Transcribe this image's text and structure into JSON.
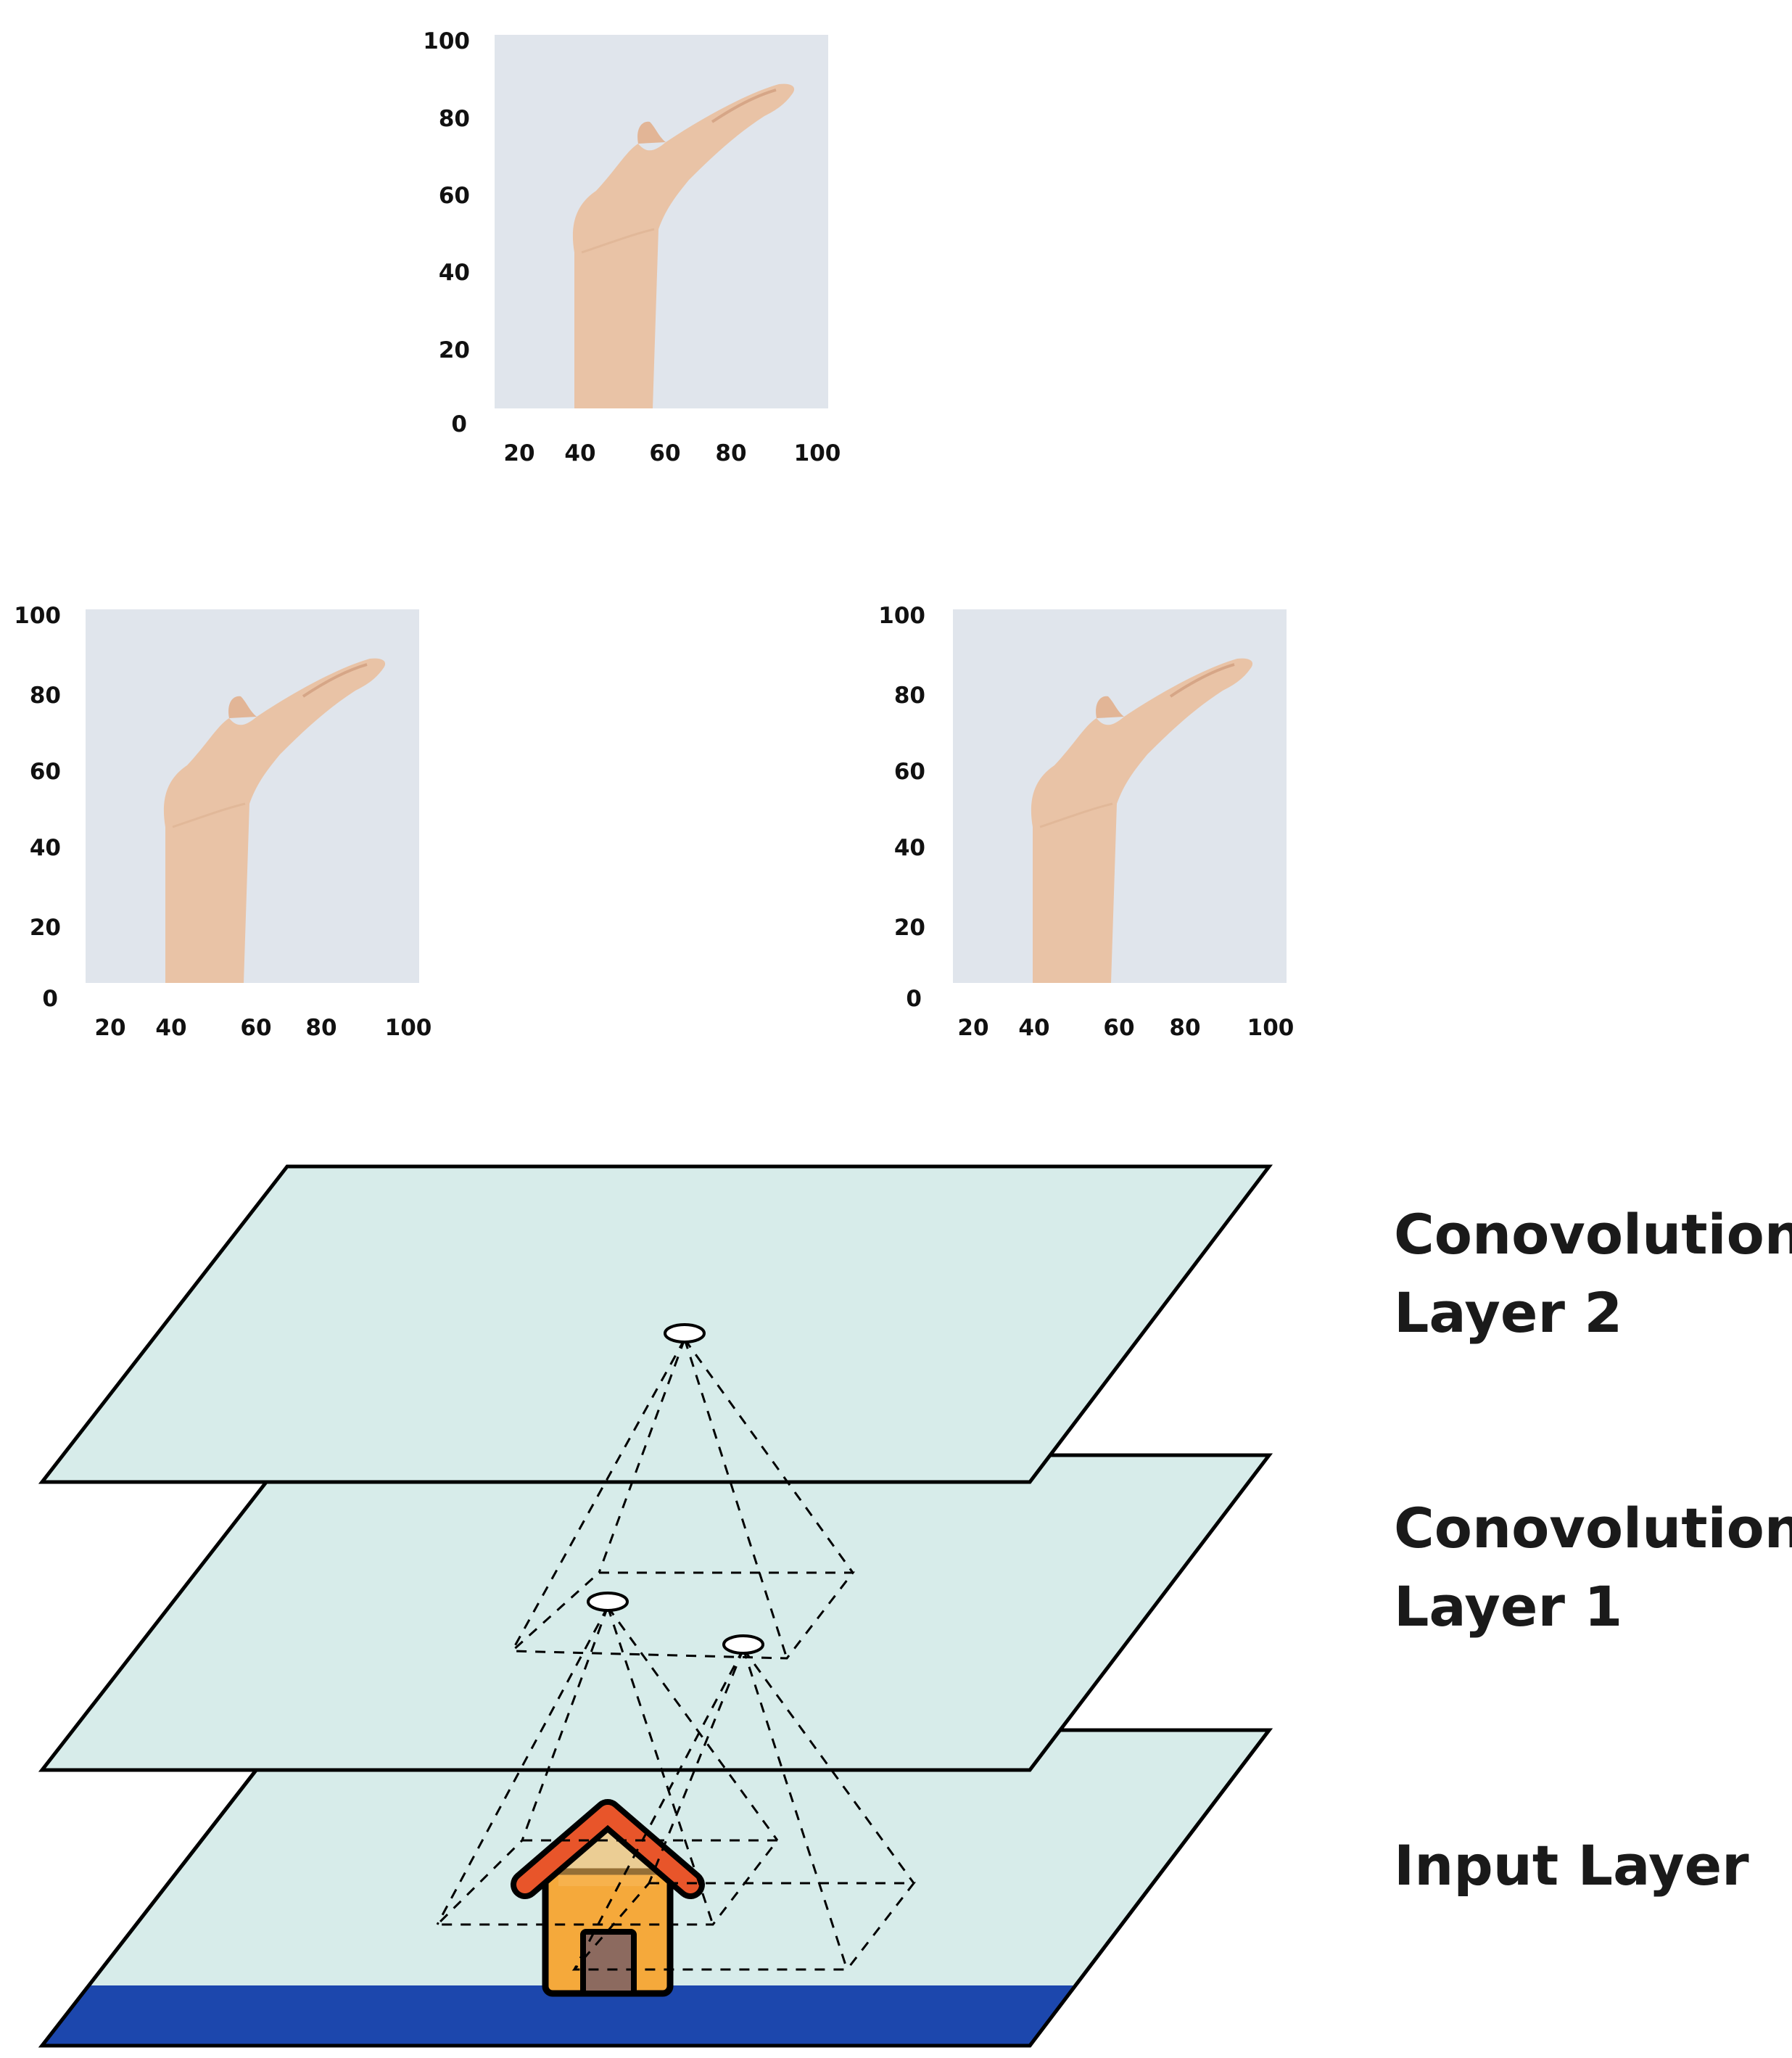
{
  "image_panels": [
    {
      "id": "top",
      "x_ticks": [
        "20",
        "40",
        "60",
        "80",
        "100"
      ],
      "y_ticks": [
        "100",
        "80",
        "60",
        "40",
        "20",
        "0"
      ]
    },
    {
      "id": "left",
      "x_ticks": [
        "20",
        "40",
        "60",
        "80",
        "100"
      ],
      "y_ticks": [
        "100",
        "80",
        "60",
        "40",
        "20",
        "0"
      ]
    },
    {
      "id": "right",
      "x_ticks": [
        "20",
        "40",
        "60",
        "80",
        "100"
      ],
      "y_ticks": [
        "100",
        "80",
        "60",
        "40",
        "20",
        "0"
      ]
    }
  ],
  "layers": {
    "conv2": {
      "line1": "Conovolutional",
      "line2": "Layer 2"
    },
    "conv1": {
      "line1": "Conovolutional",
      "line2": "Layer 1"
    },
    "input": {
      "line1": "Input Layer"
    }
  },
  "colors": {
    "plane_fill": "#d7ecea",
    "ground_band": "#1c47ad",
    "house_roof": "#e8552a",
    "house_body": "#f5a93b",
    "house_door": "#8c6a5f",
    "photo_bg": "#dde2ea",
    "skin": "#e9c3a6"
  },
  "icons": {
    "house": "house-icon",
    "photo": "raised-hand-photo"
  }
}
